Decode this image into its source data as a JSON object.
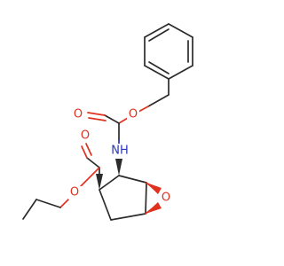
{
  "molecule": {
    "atom_labels": {
      "carbamate_ether_o": "O",
      "carbamate_carbonyl_o": "O",
      "nh": "NH",
      "ester_carbonyl_o": "O",
      "ester_ether_o": "O",
      "epoxide_o": "O"
    },
    "colors": {
      "bond": "#2b2b2b",
      "oxygen": "#e0311f",
      "nitrogen": "#2b35b8",
      "background": "#ffffff"
    }
  }
}
